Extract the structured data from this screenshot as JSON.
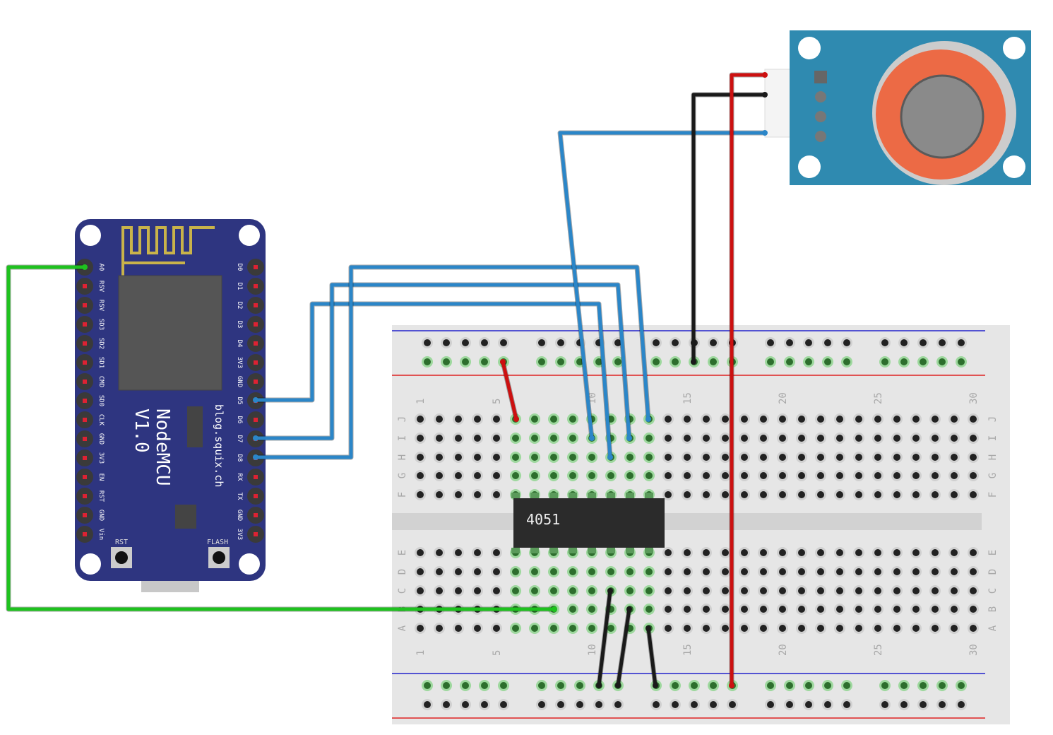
{
  "nodemcu": {
    "title": "NodeMCU",
    "version": "V1.0",
    "site": "blog.squix.ch",
    "left_pins": [
      "A0",
      "RSV",
      "RSV",
      "SD3",
      "SD2",
      "SD1",
      "CMD",
      "SD0",
      "CLK",
      "GND",
      "3V3",
      "EN",
      "RST",
      "GND",
      "Vin"
    ],
    "right_pins": [
      "D0",
      "D1",
      "D2",
      "D3",
      "D4",
      "3V3",
      "GND",
      "D5",
      "D6",
      "D7",
      "D8",
      "RX",
      "TX",
      "GND",
      "3V3"
    ],
    "rst_label": "RST",
    "flash_label": "FLASH",
    "board_color": "#2e3580"
  },
  "chip": {
    "label": "4051"
  },
  "breadboard": {
    "column_numbers": [
      "1",
      "5",
      "10",
      "15",
      "20",
      "25",
      "30"
    ],
    "top_rows": [
      "J",
      "I",
      "H",
      "G",
      "F"
    ],
    "bottom_rows": [
      "E",
      "D",
      "C",
      "B",
      "A"
    ]
  },
  "sensor": {
    "name": "gas-sensor-module"
  },
  "colors": {
    "wire_blue": "#2b86c8",
    "wire_red": "#cc1010",
    "wire_black": "#1a1a1a",
    "wire_green": "#1ec21e",
    "connected_hole": "#2d6e2d"
  }
}
